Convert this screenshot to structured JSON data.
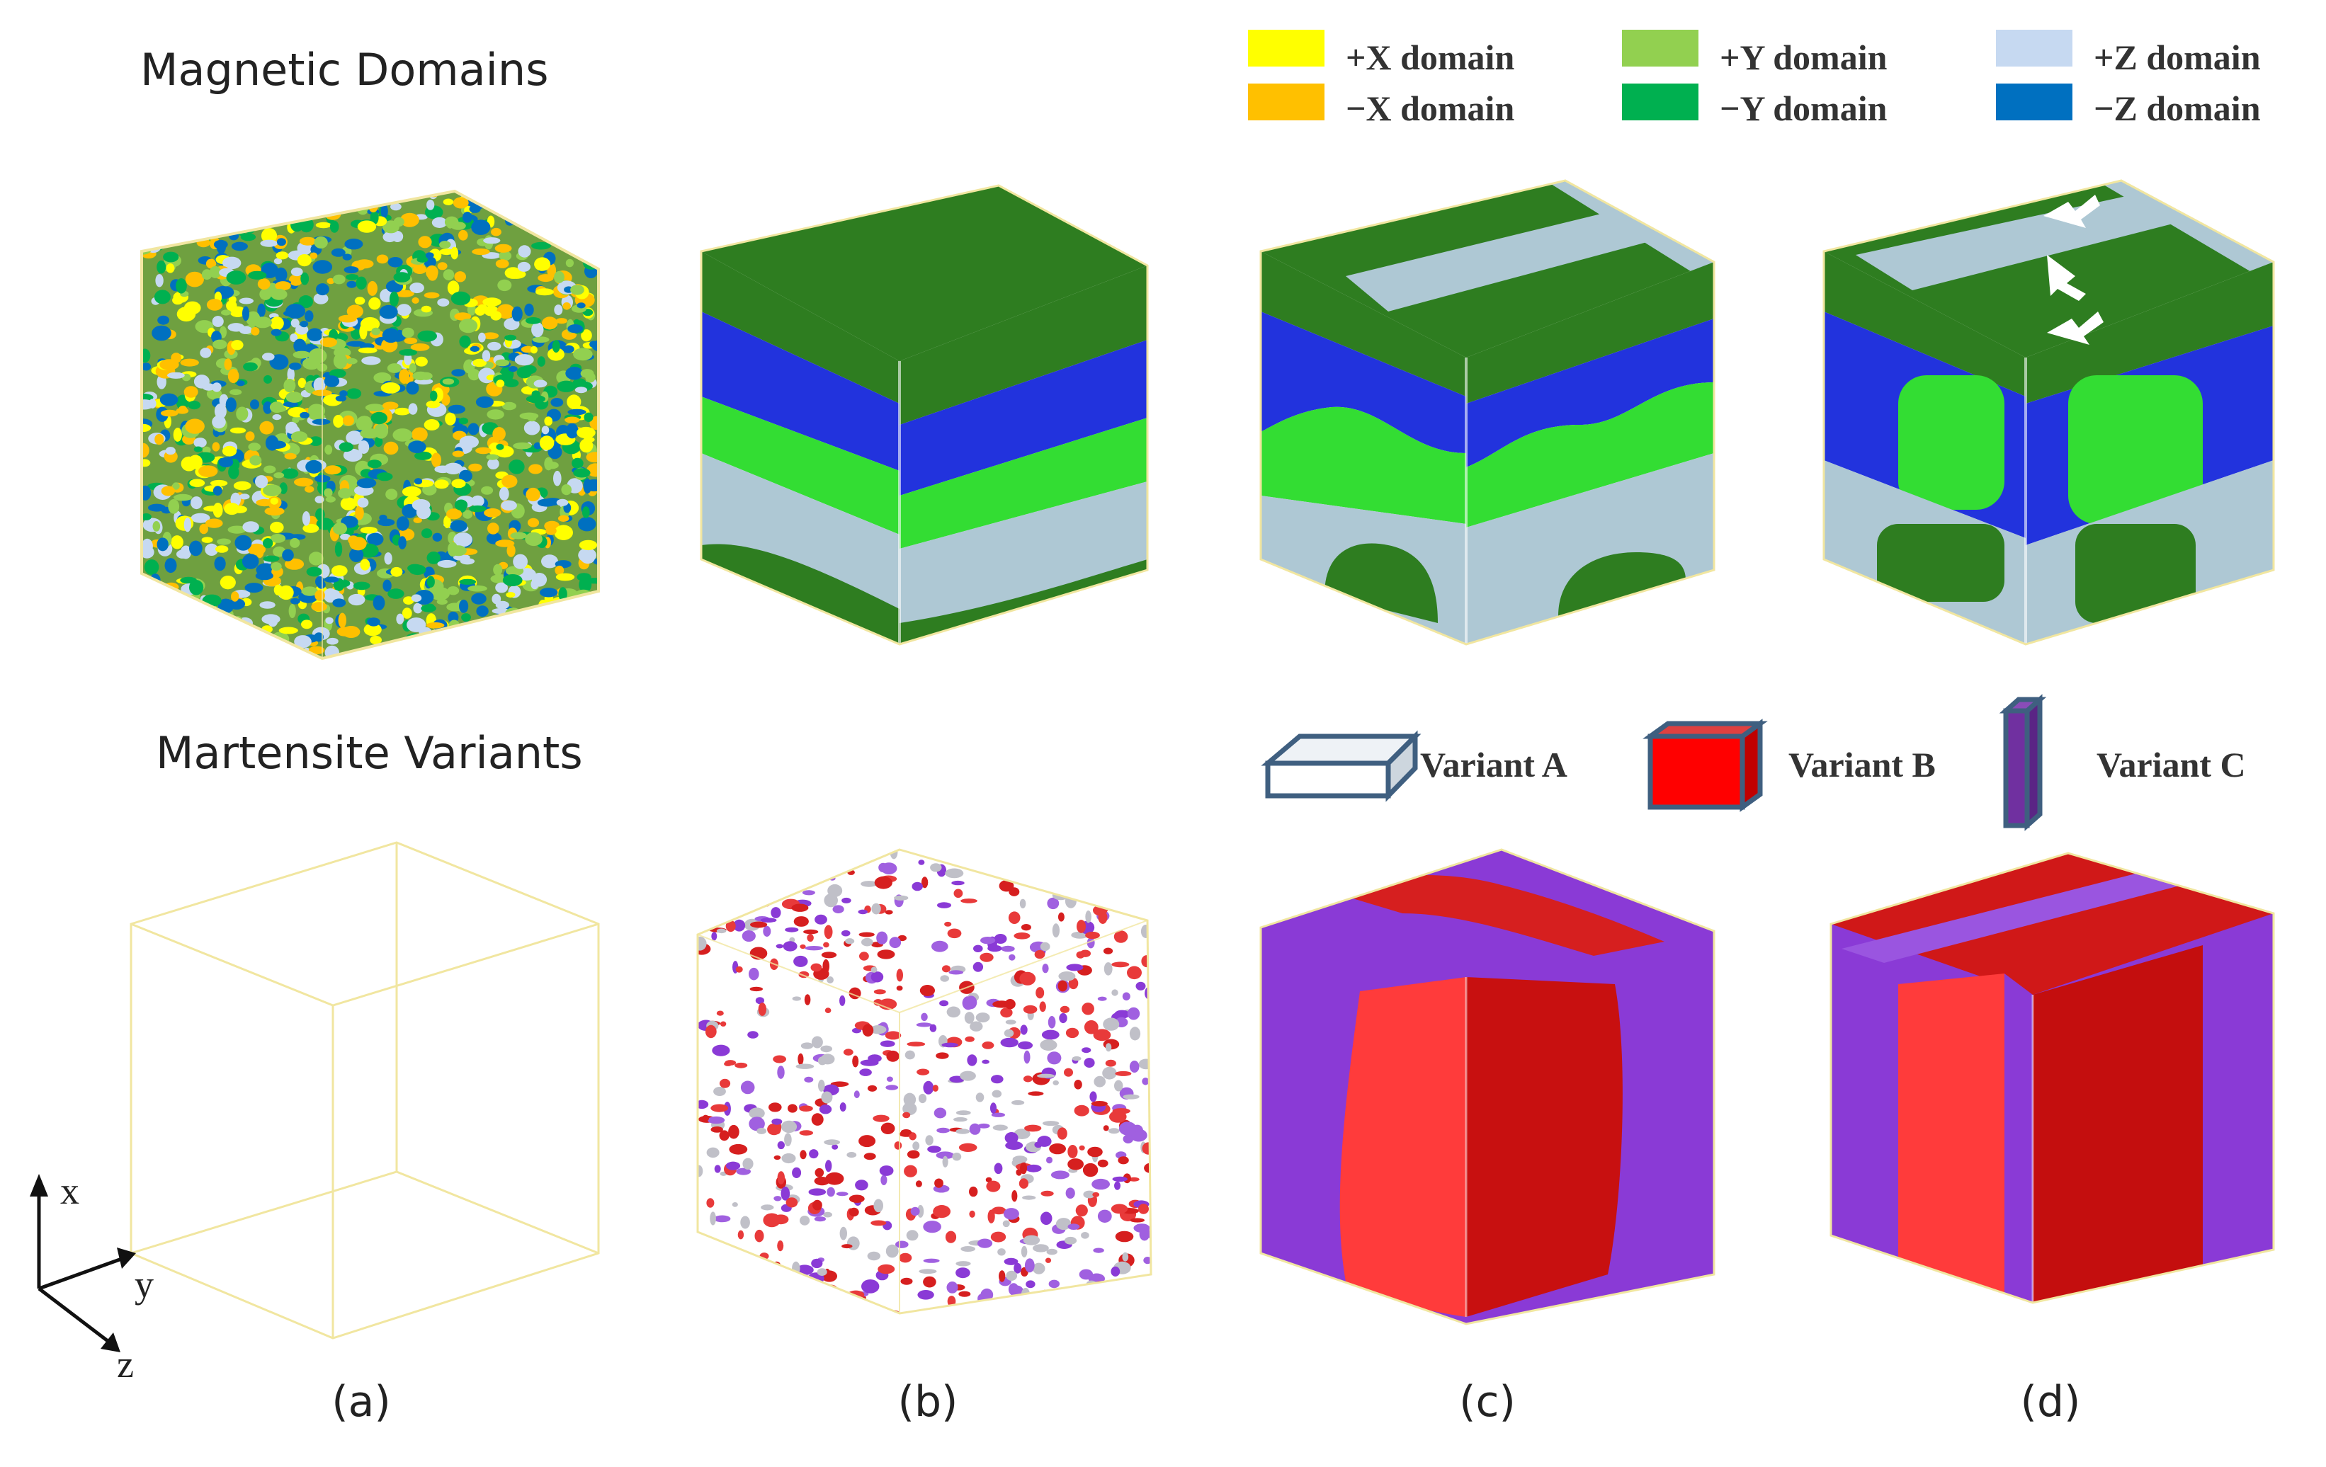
{
  "row_titles": {
    "magnetic": "Magnetic Domains",
    "martensite": "Martensite Variants"
  },
  "colors": {
    "plus_x": "#ffff00",
    "minus_x": "#ffc000",
    "plus_y": "#92d050",
    "minus_y": "#00b050",
    "plus_z": "#c6d9f1",
    "minus_z": "#0070c0",
    "variant_a": "#ffffff",
    "variant_b": "#ff0000",
    "variant_c": "#7030a0",
    "frame": "#f1e6a0",
    "dark_green": "#2e7d20",
    "blue": "#2233dd",
    "light_green": "#33dd33",
    "gray_blue": "#aec8d4",
    "red": "#e02020",
    "purple": "#8a3ad6"
  },
  "domain_legend": [
    {
      "label": "+X domain",
      "color_key": "plus_x"
    },
    {
      "label": "−X domain",
      "color_key": "minus_x"
    },
    {
      "label": "+Y domain",
      "color_key": "plus_y"
    },
    {
      "label": "−Y domain",
      "color_key": "minus_y"
    },
    {
      "label": "+Z domain",
      "color_key": "plus_z"
    },
    {
      "label": "−Z domain",
      "color_key": "minus_z"
    }
  ],
  "variant_legend": [
    {
      "label": "Variant A"
    },
    {
      "label": "Variant B"
    },
    {
      "label": "Variant C"
    }
  ],
  "axes": {
    "x": "x",
    "y": "y",
    "z": "z"
  },
  "panel_labels": [
    "(a)",
    "(b)",
    "(c)",
    "(d)"
  ]
}
